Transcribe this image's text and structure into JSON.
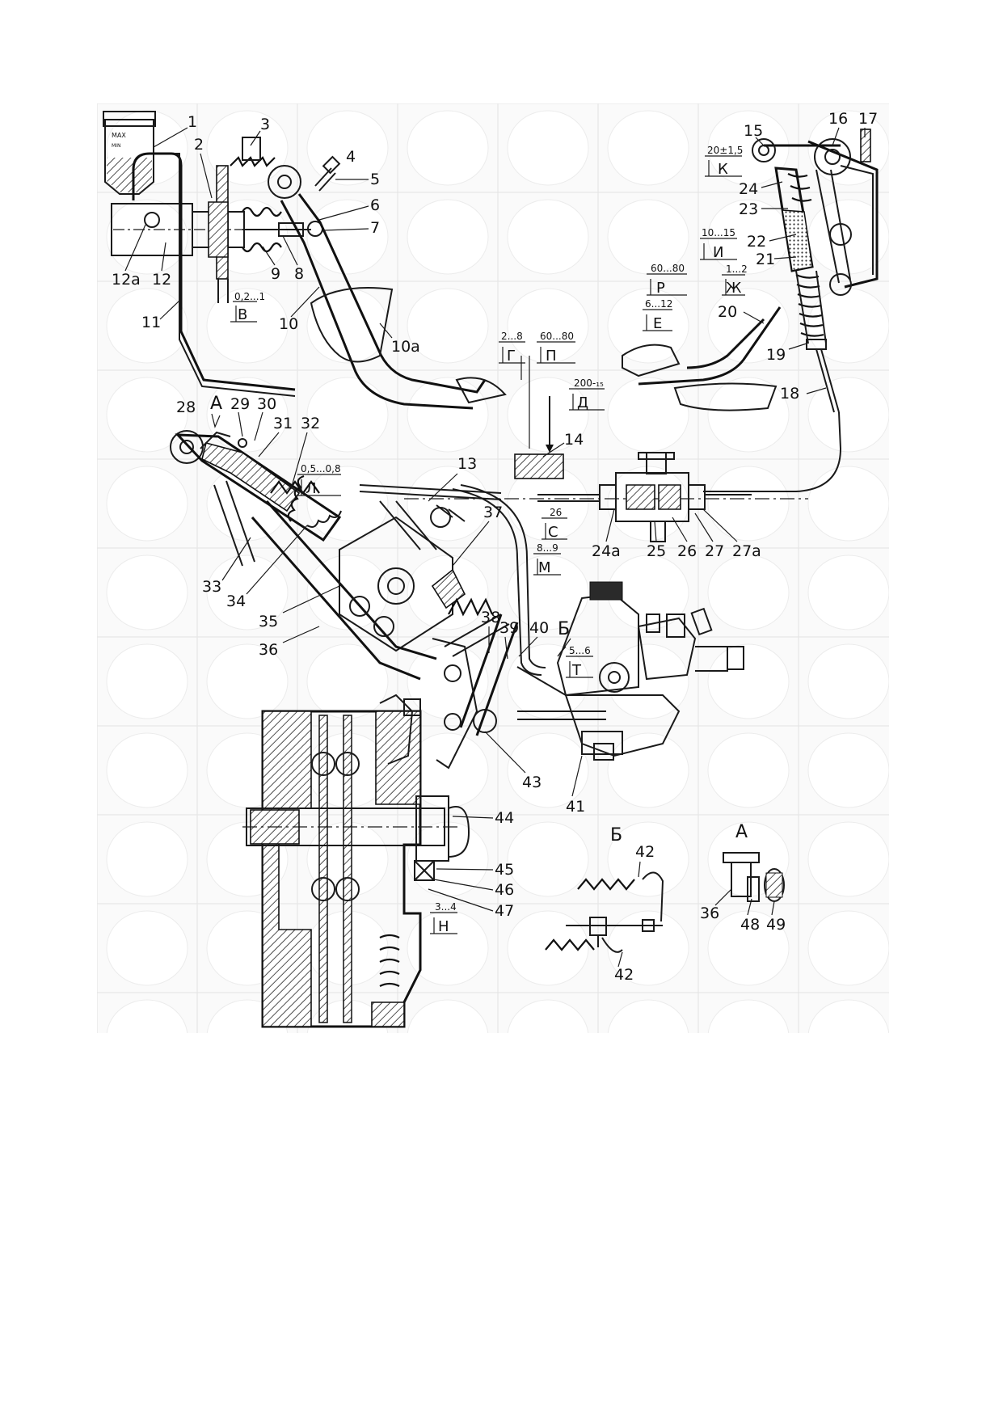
{
  "diagram": {
    "callouts": [
      {
        "id": "c1",
        "text": "1"
      },
      {
        "id": "c2",
        "text": "2"
      },
      {
        "id": "c3",
        "text": "3"
      },
      {
        "id": "c4",
        "text": "4"
      },
      {
        "id": "c5",
        "text": "5"
      },
      {
        "id": "c6",
        "text": "6"
      },
      {
        "id": "c7",
        "text": "7"
      },
      {
        "id": "c8",
        "text": "8"
      },
      {
        "id": "c9",
        "text": "9"
      },
      {
        "id": "c10",
        "text": "10"
      },
      {
        "id": "c10a",
        "text": "10а"
      },
      {
        "id": "c11",
        "text": "11"
      },
      {
        "id": "c12",
        "text": "12"
      },
      {
        "id": "c12a",
        "text": "12а"
      },
      {
        "id": "c13",
        "text": "13"
      },
      {
        "id": "c14",
        "text": "14"
      },
      {
        "id": "c15",
        "text": "15"
      },
      {
        "id": "c16",
        "text": "16"
      },
      {
        "id": "c17",
        "text": "17"
      },
      {
        "id": "c18",
        "text": "18"
      },
      {
        "id": "c19",
        "text": "19"
      },
      {
        "id": "c20",
        "text": "20"
      },
      {
        "id": "c21",
        "text": "21"
      },
      {
        "id": "c22",
        "text": "22"
      },
      {
        "id": "c23",
        "text": "23"
      },
      {
        "id": "c24",
        "text": "24"
      },
      {
        "id": "c24a",
        "text": "24а"
      },
      {
        "id": "c25",
        "text": "25"
      },
      {
        "id": "c26",
        "text": "26"
      },
      {
        "id": "c27",
        "text": "27"
      },
      {
        "id": "c27a",
        "text": "27а"
      },
      {
        "id": "c28",
        "text": "28"
      },
      {
        "id": "c29",
        "text": "29"
      },
      {
        "id": "c30",
        "text": "30"
      },
      {
        "id": "c31",
        "text": "31"
      },
      {
        "id": "c32",
        "text": "32"
      },
      {
        "id": "c33",
        "text": "33"
      },
      {
        "id": "c34",
        "text": "34"
      },
      {
        "id": "c35",
        "text": "35"
      },
      {
        "id": "c36",
        "text": "36"
      },
      {
        "id": "c37",
        "text": "37"
      },
      {
        "id": "c38",
        "text": "38"
      },
      {
        "id": "c39",
        "text": "39"
      },
      {
        "id": "c40",
        "text": "40"
      },
      {
        "id": "c41",
        "text": "41"
      },
      {
        "id": "c43",
        "text": "43"
      },
      {
        "id": "c44",
        "text": "44"
      },
      {
        "id": "c45",
        "text": "45"
      },
      {
        "id": "c46",
        "text": "46"
      },
      {
        "id": "c47",
        "text": "47"
      },
      {
        "id": "c42a",
        "text": "42"
      },
      {
        "id": "c42b",
        "text": "42"
      },
      {
        "id": "c36b",
        "text": "36"
      },
      {
        "id": "c48",
        "text": "48"
      },
      {
        "id": "c49",
        "text": "49"
      }
    ],
    "dimensions": [
      {
        "id": "dB",
        "value": "0,2...1",
        "letter": "В"
      },
      {
        "id": "dG",
        "value": "2...8",
        "letter": "Г"
      },
      {
        "id": "dP",
        "value": "60...80",
        "letter": "П"
      },
      {
        "id": "dD",
        "value": "200-₁₅",
        "letter": "Д"
      },
      {
        "id": "dE",
        "value": "6...12",
        "letter": "Е"
      },
      {
        "id": "dR",
        "value": "60...80",
        "letter": "Р"
      },
      {
        "id": "dK",
        "value": "20±1,5",
        "letter": "К"
      },
      {
        "id": "dI",
        "value": "10...15",
        "letter": "И"
      },
      {
        "id": "dZh",
        "value": "1...2",
        "letter": "Ж"
      },
      {
        "id": "dL",
        "value": "0,5...0,8",
        "letter": "Л"
      },
      {
        "id": "dS",
        "value": "26",
        "letter": "С"
      },
      {
        "id": "dM",
        "value": "8...9",
        "letter": "М"
      },
      {
        "id": "dT",
        "value": "5...6",
        "letter": "Т"
      },
      {
        "id": "dN",
        "value": "3...4",
        "letter": "Н"
      }
    ],
    "view_letters": {
      "A_main": "А",
      "B_main": "Б",
      "B_detail": "Б",
      "A_detail": "А"
    },
    "reservoir": {
      "max": "MAX",
      "min": "MIN"
    }
  }
}
